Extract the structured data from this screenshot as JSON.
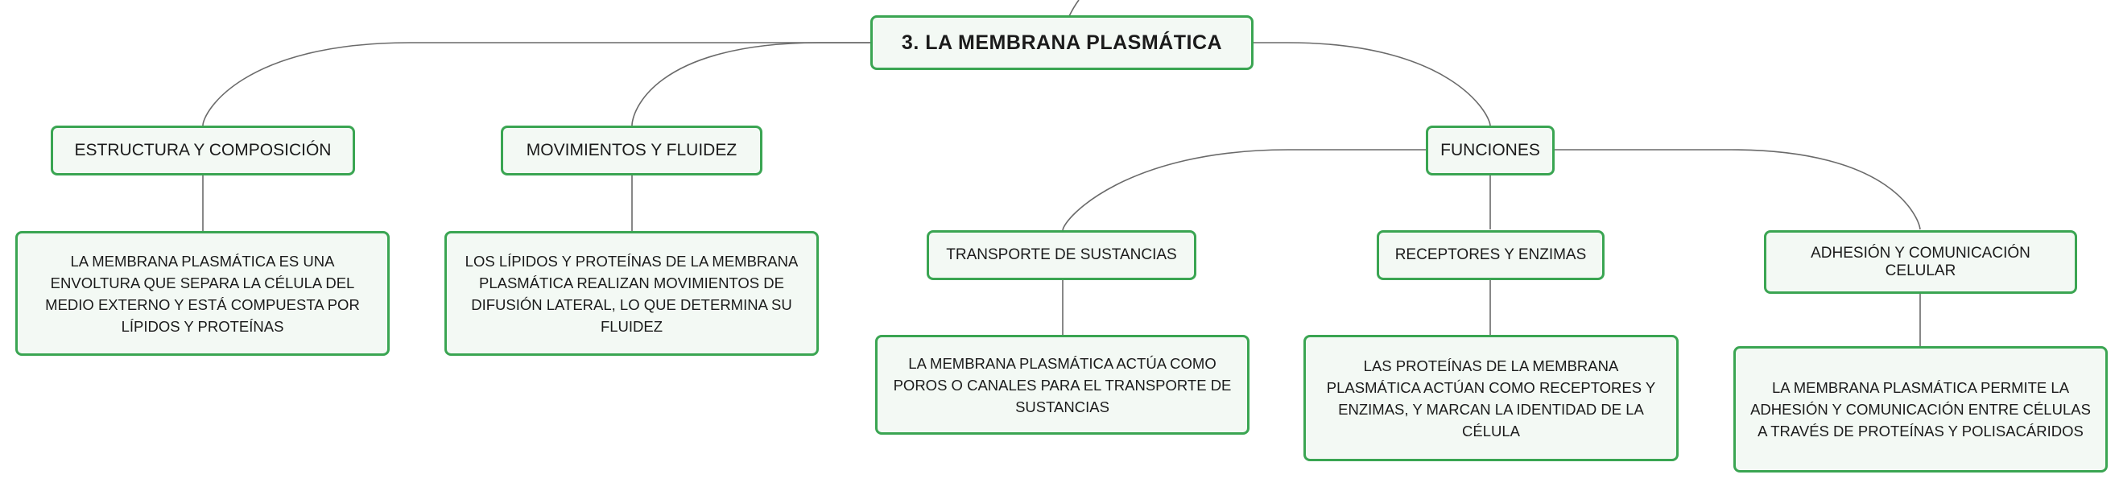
{
  "diagram": {
    "type": "mind-map",
    "accent_color": "#3aa552",
    "node_fill": "#f3f9f4",
    "line_color": "#6a6a6a",
    "root": {
      "label": "3. LA MEMBRANA PLASMÁTICA"
    },
    "branches": {
      "estructura": {
        "label": "ESTRUCTURA Y COMPOSICIÓN",
        "detail": "LA MEMBRANA PLASMÁTICA ES UNA ENVOLTURA QUE SEPARA LA CÉLULA DEL MEDIO EXTERNO Y ESTÁ COMPUESTA POR LÍPIDOS Y PROTEÍNAS"
      },
      "movimientos": {
        "label": "MOVIMIENTOS Y FLUIDEZ",
        "detail": "LOS LÍPIDOS Y PROTEÍNAS DE LA MEMBRANA PLASMÁTICA REALIZAN MOVIMIENTOS DE DIFUSIÓN LATERAL, LO QUE DETERMINA SU FLUIDEZ"
      },
      "funciones": {
        "label": "FUNCIONES",
        "children": {
          "transporte": {
            "label": "TRANSPORTE DE SUSTANCIAS",
            "detail": "LA MEMBRANA PLASMÁTICA ACTÚA COMO POROS O CANALES PARA EL TRANSPORTE DE SUSTANCIAS"
          },
          "receptores": {
            "label": "RECEPTORES Y ENZIMAS",
            "detail": "LAS PROTEÍNAS DE LA MEMBRANA PLASMÁTICA ACTÚAN COMO RECEPTORES Y ENZIMAS, Y MARCAN LA IDENTIDAD DE LA CÉLULA"
          },
          "adhesion": {
            "label": "ADHESIÓN Y COMUNICACIÓN CELULAR",
            "detail": "LA MEMBRANA PLASMÁTICA PERMITE LA ADHESIÓN Y COMUNICACIÓN ENTRE CÉLULAS A TRAVÉS DE PROTEÍNAS Y POLISACÁRIDOS"
          }
        }
      }
    }
  }
}
